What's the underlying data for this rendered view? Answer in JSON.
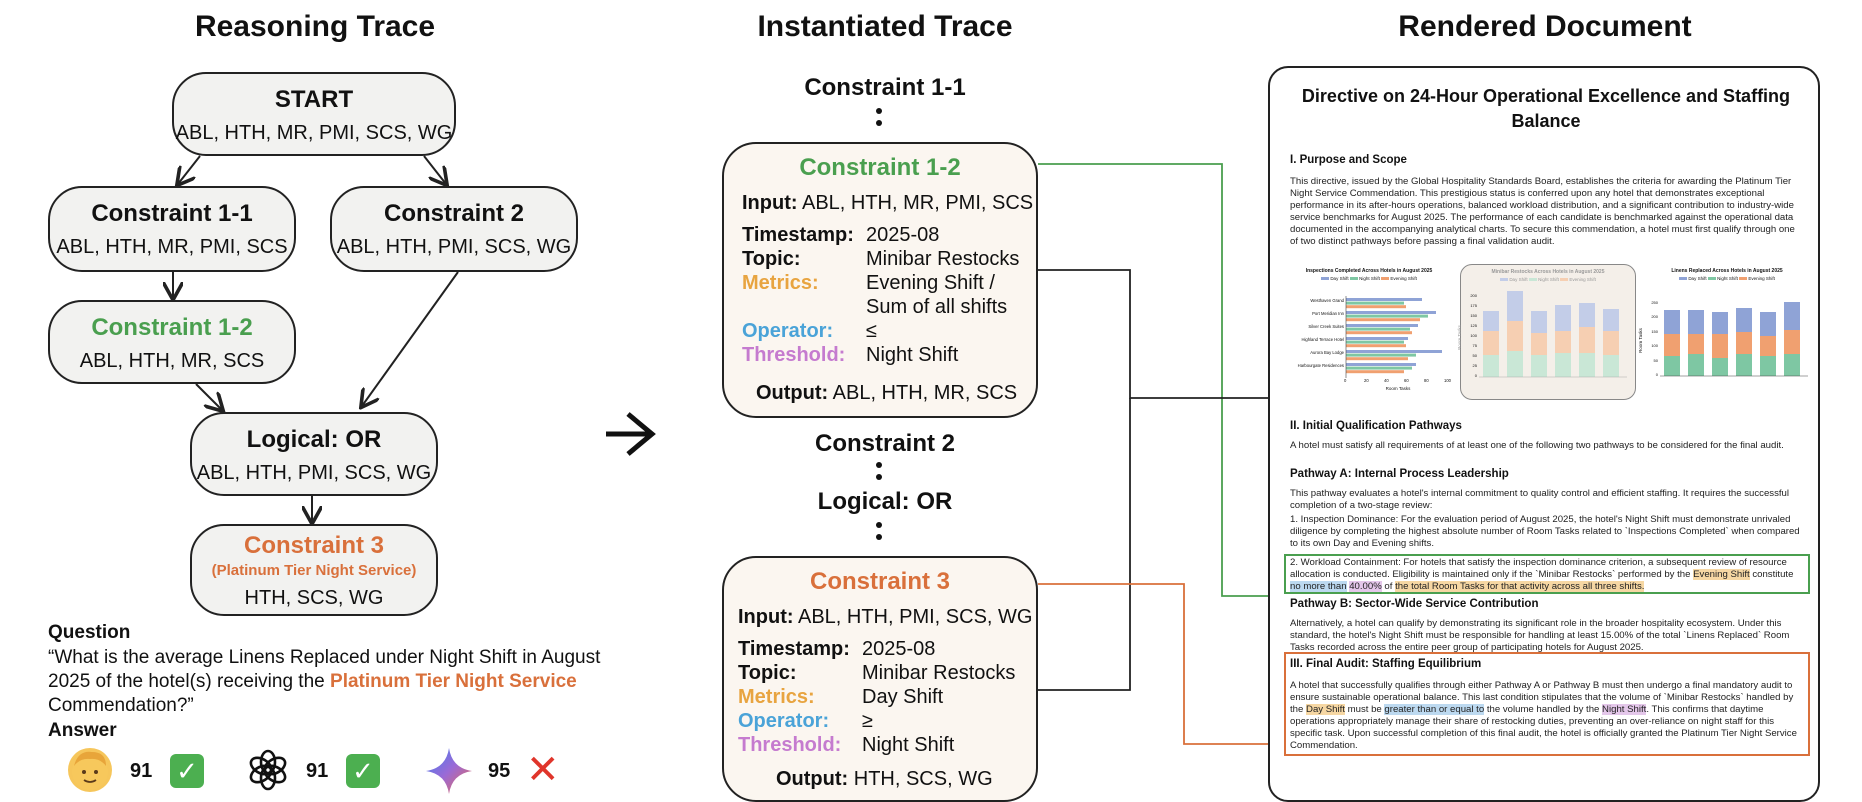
{
  "columns": {
    "reasoning": "Reasoning Trace",
    "instantiated": "Instantiated Trace",
    "rendered": "Rendered Document"
  },
  "reasoning": {
    "start": {
      "title": "START",
      "list": "ABL, HTH, MR, PMI, SCS, WG"
    },
    "c11": {
      "title": "Constraint 1-1",
      "list": "ABL, HTH, MR, PMI, SCS"
    },
    "c2": {
      "title": "Constraint 2",
      "list": "ABL, HTH, PMI, SCS, WG"
    },
    "c12": {
      "title": "Constraint 1-2",
      "list": "ABL, HTH, MR, SCS"
    },
    "or": {
      "title": "Logical: OR",
      "list": "ABL, HTH, PMI, SCS, WG"
    },
    "c3": {
      "title": "Constraint 3",
      "subtitle": "(Platinum Tier Night Service)",
      "list": "HTH, SCS, WG"
    }
  },
  "question": {
    "label": "Question",
    "text_before": "“What is the average Linens Replaced under Night Shift in August 2025 of the hotel(s) receiving the ",
    "highlight": "Platinum Tier Night Service",
    "text_after": " Commendation?”"
  },
  "answer": {
    "label": "Answer",
    "human": {
      "icon": "human-face-icon",
      "value": "91",
      "result": "correct"
    },
    "gpt": {
      "icon": "openai-logo-icon",
      "value": "91",
      "result": "correct"
    },
    "gemini": {
      "icon": "gemini-sparkle-icon",
      "value": "95",
      "result": "wrong"
    }
  },
  "arrow": "→",
  "instantiated": {
    "c11_heading": "Constraint 1-1",
    "c12": {
      "title": "Constraint 1-2",
      "input_label": "Input:",
      "input": "ABL, HTH, MR, PMI, SCS",
      "timestamp_label": "Timestamp:",
      "timestamp": "2025-08",
      "topic_label": "Topic:",
      "topic": "Minibar Restocks",
      "metrics_label": "Metrics:",
      "metrics_1": "Evening Shift /",
      "metrics_2": "Sum of all shifts",
      "operator_label": "Operator:",
      "operator": "≤",
      "threshold_label": "Threshold:",
      "threshold": "Night Shift",
      "output_label": "Output:",
      "output": "ABL, HTH, MR, SCS"
    },
    "c2_heading": "Constraint 2",
    "or_heading": "Logical: OR",
    "c3": {
      "title": "Constraint 3",
      "input_label": "Input:",
      "input": "ABL, HTH, PMI, SCS, WG",
      "timestamp_label": "Timestamp:",
      "timestamp": "2025-08",
      "topic_label": "Topic:",
      "topic": "Minibar Restocks",
      "metrics_label": "Metrics:",
      "metrics": "Day Shift",
      "operator_label": "Operator:",
      "operator": "≥",
      "threshold_label": "Threshold:",
      "threshold": "Night Shift",
      "output_label": "Output:",
      "output": "HTH, SCS, WG"
    }
  },
  "document": {
    "title": "Directive on 24-Hour Operational Excellence and Staffing Balance",
    "s1_heading": "I. Purpose and Scope",
    "s1_text": "This directive, issued by the Global Hospitality Standards Board, establishes the criteria for awarding the Platinum Tier Night Service Commendation. This prestigious status is conferred upon any hotel that demonstrates exceptional performance in its after-hours operations, balanced workload distribution, and a significant contribution to industry-wide service benchmarks for August 2025. The performance of each candidate is benchmarked against the operational data documented in the accompanying analytical charts. To secure this commendation, a hotel must first qualify through one of two distinct pathways before passing a final validation audit.",
    "charts": {
      "c1_title": "Inspections Completed Across Hotels in August 2025",
      "c2_title": "Minibar Restocks Across Hotels in August 2025",
      "c3_title": "Linens Replaced Across Hotels in August 2025",
      "legend_day": "Day Shift",
      "legend_night": "Night Shift",
      "legend_evening": "Evening Shift",
      "c1_xlabel": "Room Tasks",
      "c2_ylabel": "Room Tasks",
      "c3_ylabel": "Room Tasks",
      "c1_hotels": [
        "Westhaven Grand",
        "Port Meridian Inn",
        "Silver Creek Suites",
        "Highland Terrace Hotel",
        "Aurora Bay Lodge",
        "Harbourgate Residences"
      ],
      "c1_xticks": [
        "0",
        "20",
        "40",
        "60",
        "80",
        "100"
      ],
      "c2_yticks": [
        "0",
        "25",
        "50",
        "75",
        "100",
        "125",
        "150",
        "175",
        "200"
      ],
      "c3_yticks": [
        "0",
        "50",
        "100",
        "150",
        "200",
        "250"
      ]
    },
    "s2_heading": "II. Initial Qualification Pathways",
    "s2_text": "A hotel must satisfy all requirements of at least one of the following two pathways to be considered for the final audit.",
    "pa_heading": "Pathway A: Internal Process Leadership",
    "pa_text": "This pathway evaluates a hotel's internal commitment to quality control and efficient staffing. It requires the successful completion of a two-stage review:",
    "pa_item1": "1. Inspection Dominance: For the evaluation period of August 2025, the hotel's Night Shift must demonstrate unrivaled diligence by completing the highest absolute number of Room Tasks related to `Inspections Completed` when compared to its own Day and Evening shifts.",
    "pa_item2_a": "2. Workload Containment: For hotels that satisfy the inspection dominance criterion, a subsequent review of resource allocation is conducted. Eligibility is maintained only if the `Minibar Restocks` performed by the ",
    "pa_item2_evening": "Evening Shift",
    "pa_item2_b": " constitute ",
    "pa_item2_nomore": "no more than",
    "pa_item2_c": " ",
    "pa_item2_pct": "40.00%",
    "pa_item2_d": " of ",
    "pa_item2_total": "the total Room Tasks for that activity across all three shifts.",
    "pb_heading": "Pathway B: Sector-Wide Service Contribution",
    "pb_text": "Alternatively, a hotel can qualify by demonstrating its significant role in the broader hospitality ecosystem. Under this standard, the hotel's Night Shift must be responsible for handling at least 15.00% of the total `Linens Replaced` Room Tasks recorded across the entire peer group of participating hotels for August 2025.",
    "s3_heading": "III. Final Audit: Staffing Equilibrium",
    "s3_a": "A hotel that successfully qualifies through either Pathway A or Pathway B must then undergo a final mandatory audit to ensure sustainable operational balance. This last condition stipulates that the volume of `Minibar Restocks` handled by the ",
    "s3_day": "Day Shift",
    "s3_b": " must be ",
    "s3_gte": "greater than or equal to",
    "s3_c": " the volume handled by the ",
    "s3_night": "Night Shift",
    "s3_d": ". This confirms that daytime operations appropriately manage their share of restocking duties, preventing an over-reliance on night staff for this specific task. Upon successful completion of this final audit, the hotel is officially granted the Platinum Tier Night Service Commendation."
  },
  "colors": {
    "green": "#4a9f4f",
    "orange": "#d9703b",
    "metrics": "#e8a440",
    "operator": "#4aa3d8",
    "threshold": "#c57bcf",
    "day": "#8fa3d6",
    "night": "#7ec7a3",
    "evening": "#f0a070"
  }
}
